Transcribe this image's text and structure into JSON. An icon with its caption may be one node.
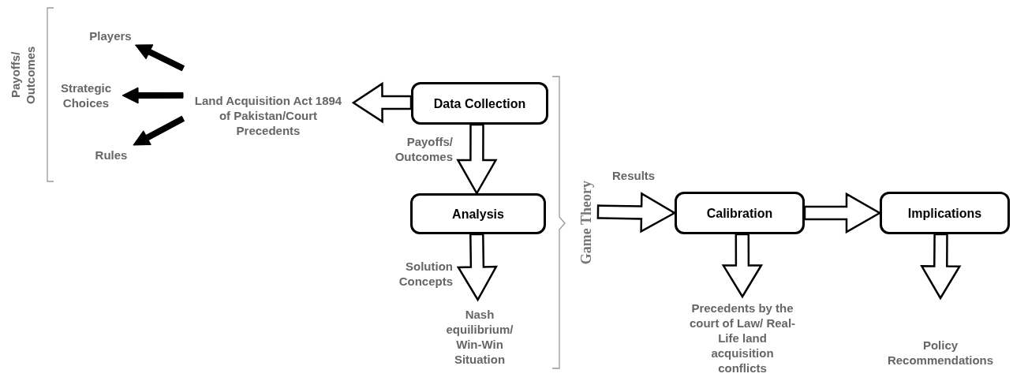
{
  "diagram": {
    "nodes": [
      {
        "text": [
          "Players"
        ]
      },
      {
        "text": [
          "Strategic Choices"
        ]
      },
      {
        "text": [
          "Rules"
        ]
      },
      {
        "text": [
          "Land Acquisition Act 1894 of Pakistan/Court Precedents"
        ]
      },
      {
        "text": [
          "Data Collection"
        ]
      },
      {
        "text": [
          "Analysis"
        ]
      },
      {
        "text": [
          "Nash equilibrium/ Win-Win Situation"
        ]
      },
      {
        "text": [
          "Game Theory"
        ]
      },
      {
        "text": [
          "Calibration"
        ]
      },
      {
        "text": [
          "Precedents by the court of Law/ Real-Life land acquisition conflicts"
        ]
      },
      {
        "text": [
          "Implications"
        ]
      },
      {
        "text": [
          "Policy Recommendations"
        ]
      }
    ],
    "edges": [
      {
        "from": 3,
        "to": 0,
        "arrow": "to",
        "style": "thick"
      },
      {
        "from": 3,
        "to": 1,
        "arrow": "to",
        "style": "thick"
      },
      {
        "from": 3,
        "to": 2,
        "arrow": "to",
        "style": "thick"
      },
      {
        "from": 4,
        "to": 3,
        "arrow": "to"
      },
      {
        "from": 4,
        "to": 5,
        "arrow": "to",
        "label": "Payoffs/ Outcomes"
      },
      {
        "from": 5,
        "to": 6,
        "arrow": "to",
        "label": "Solution Concepts"
      },
      {
        "from": 7,
        "to": 8,
        "arrow": "to",
        "label": "Results"
      },
      {
        "from": 8,
        "to": 10,
        "arrow": "to"
      },
      {
        "from": 8,
        "to": 9,
        "arrow": "to"
      },
      {
        "from": 10,
        "to": 11,
        "arrow": "to"
      }
    ],
    "labels": [
      "Payoffs/ Outcomes"
    ]
  }
}
